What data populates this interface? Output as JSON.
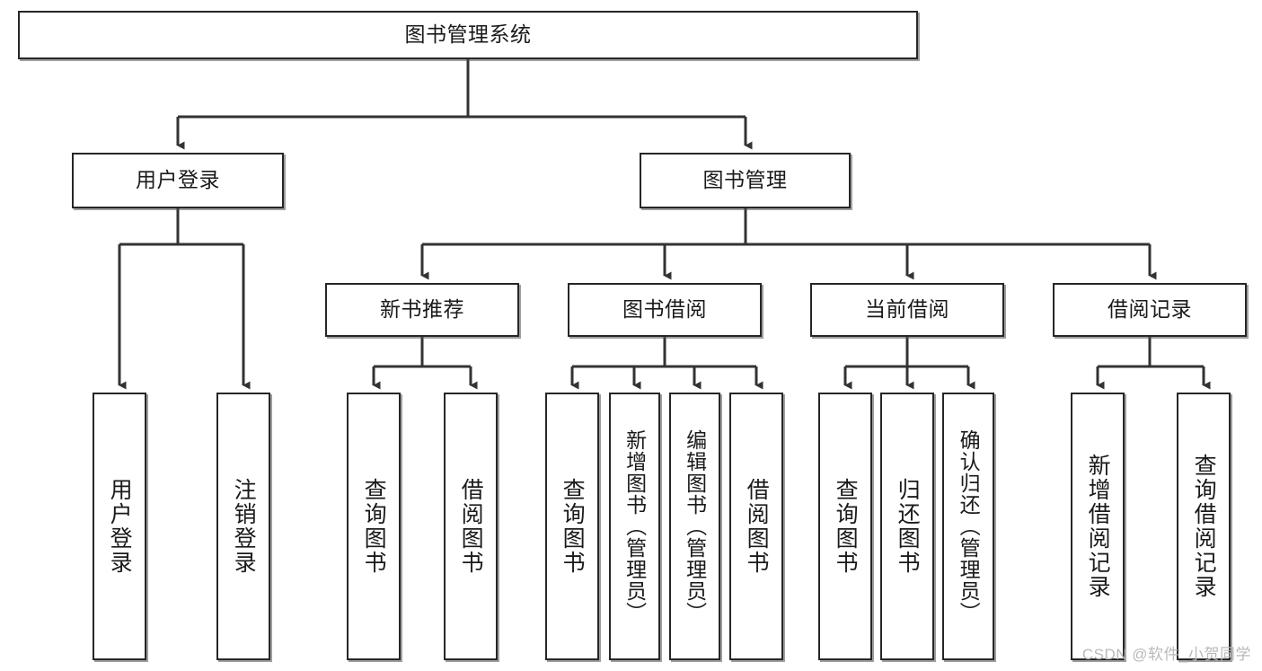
{
  "diagram": {
    "title": "图书管理系统",
    "type": "tree",
    "watermark": "CSDN @软件_小贺同学",
    "colors": {
      "node_border": "#262626",
      "node_fill": "#ffffff",
      "edge": "#333333",
      "text": "#1a1a1a",
      "watermark": "#b9b9b9"
    },
    "levels": {
      "root": "图书管理系统",
      "level2": [
        "用户登录",
        "图书管理"
      ],
      "level3": [
        "新书推荐",
        "图书借阅",
        "当前借阅",
        "借阅记录"
      ]
    }
  },
  "nodes": {
    "root": {
      "label": "图书管理系统",
      "orientation": "horizontal"
    },
    "user_login": {
      "label": "用户登录",
      "orientation": "horizontal"
    },
    "book_manage": {
      "label": "图书管理",
      "orientation": "horizontal"
    },
    "new_book_rec": {
      "label": "新书推荐",
      "orientation": "horizontal"
    },
    "book_borrow": {
      "label": "图书借阅",
      "orientation": "horizontal"
    },
    "current_borrow": {
      "label": "当前借阅",
      "orientation": "horizontal"
    },
    "borrow_record": {
      "label": "借阅记录",
      "orientation": "horizontal"
    },
    "leaf_user_login": {
      "label": "用户登录",
      "orientation": "vertical"
    },
    "leaf_logout": {
      "label": "注销登录",
      "orientation": "vertical"
    },
    "leaf_query_book_a": {
      "label": "查询图书",
      "orientation": "vertical"
    },
    "leaf_borrow_book_a": {
      "label": "借阅图书",
      "orientation": "vertical"
    },
    "leaf_query_book_b": {
      "label": "查询图书",
      "orientation": "vertical"
    },
    "leaf_add_book": {
      "label": "新增图书（管理员）",
      "orientation": "vertical"
    },
    "leaf_edit_book": {
      "label": "编辑图书（管理员）",
      "orientation": "vertical"
    },
    "leaf_borrow_book_b": {
      "label": "借阅图书",
      "orientation": "vertical"
    },
    "leaf_query_book_c": {
      "label": "查询图书",
      "orientation": "vertical"
    },
    "leaf_return_book": {
      "label": "归还图书",
      "orientation": "vertical"
    },
    "leaf_confirm_return": {
      "label": "确认归还（管理员）",
      "orientation": "vertical"
    },
    "leaf_add_record": {
      "label": "新增借阅记录",
      "orientation": "vertical"
    },
    "leaf_query_record": {
      "label": "查询借阅记录",
      "orientation": "vertical"
    }
  }
}
